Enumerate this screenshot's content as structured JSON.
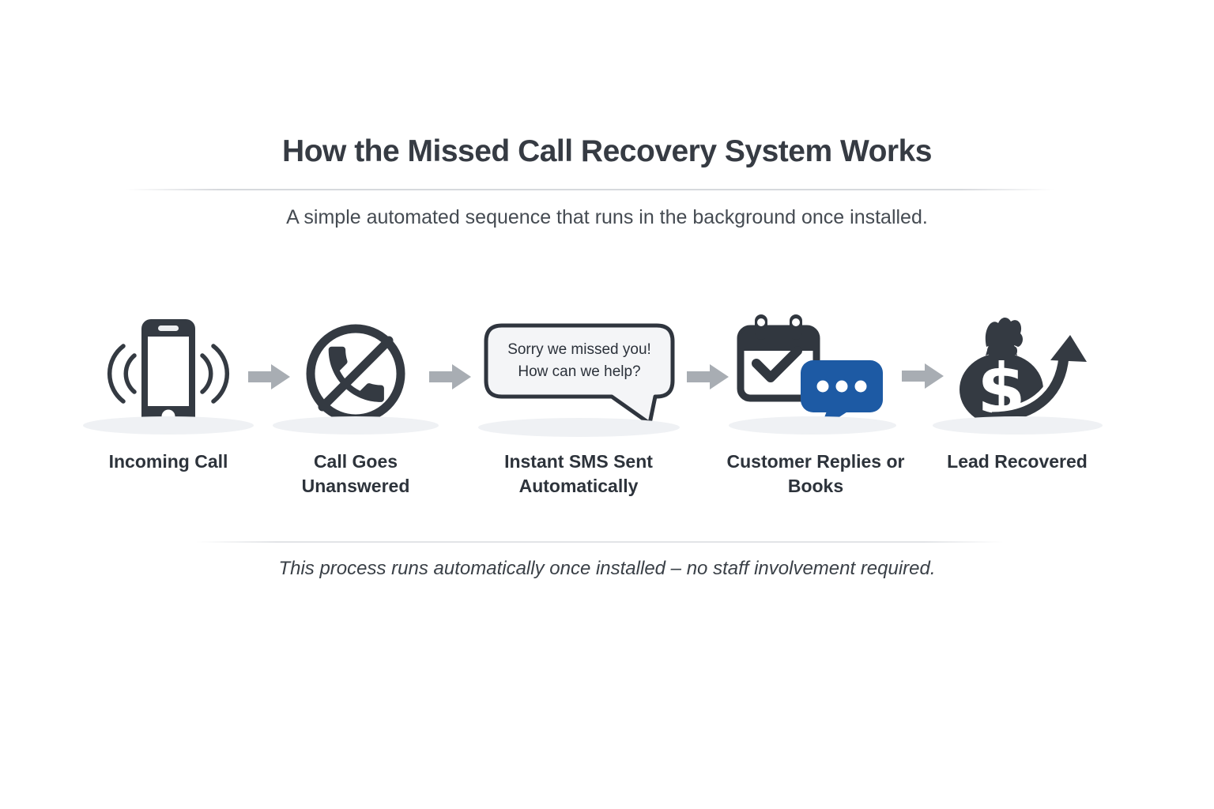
{
  "header": {
    "title": "How the Missed Call Recovery System Works",
    "subtitle": "A simple automated sequence that runs in the background once installed."
  },
  "flow": {
    "steps": [
      {
        "label": "Incoming Call",
        "icon": "ringing-phone-icon"
      },
      {
        "label": "Call Goes Unanswered",
        "icon": "no-answer-phone-icon"
      },
      {
        "label": "Instant SMS Sent Automatically",
        "icon": "sms-speech-bubble-icon",
        "message_line1": "Sorry we missed you!",
        "message_line2": "How can we help?"
      },
      {
        "label": "Customer Replies or Books",
        "icon": "calendar-check-chat-icon"
      },
      {
        "label": "Lead Recovered",
        "icon": "money-bag-growth-icon",
        "currency_symbol": "$"
      }
    ]
  },
  "footer": {
    "note": "This process runs automatically once installed – no staff involvement required."
  },
  "colors": {
    "ink": "#343a42",
    "accent_blue": "#1d5aa4",
    "arrow_gray": "#a8adb3",
    "bubble_fill": "#f4f5f7",
    "shadow": "#eff1f4",
    "divider": "#d7d9dd"
  }
}
